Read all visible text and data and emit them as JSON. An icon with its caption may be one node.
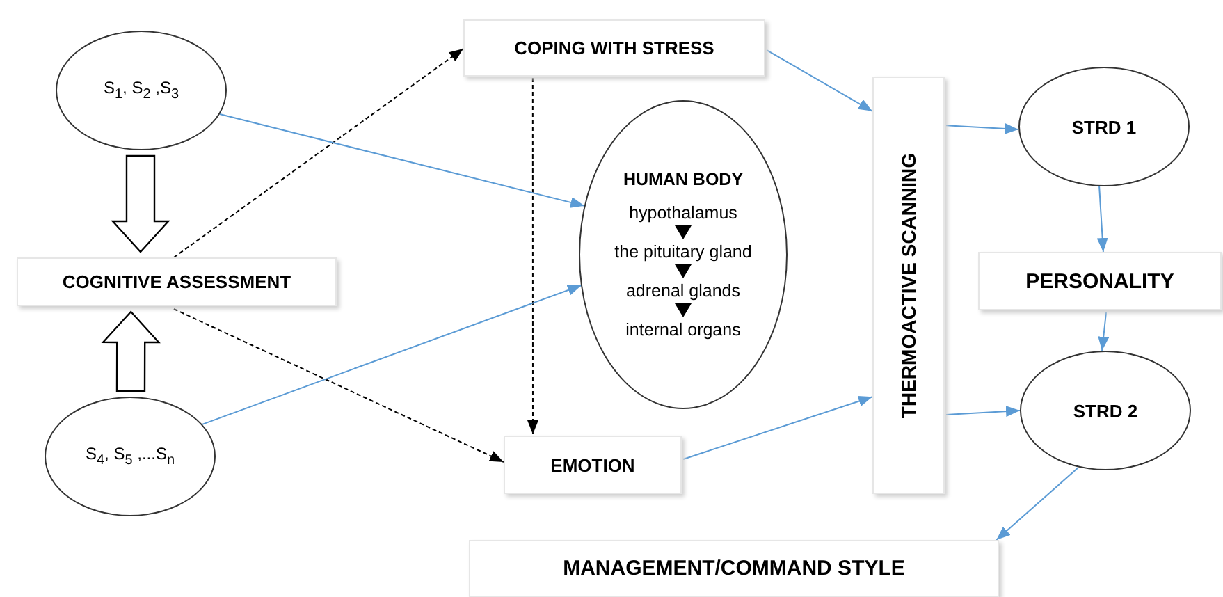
{
  "diagram": {
    "nodes": [
      {
        "text": [
          "S$_{1}$, S$_{2}$ ,S$_{3}$"
        ]
      },
      {
        "text": [
          "COGNITIVE ASSESSMENT"
        ]
      },
      {
        "text": [
          "S$_{4}$, S$_{5}$ ,...S$_{n}$"
        ]
      },
      {
        "text": [
          "COPING WITH STRESS"
        ]
      },
      {
        "text": [
          "HUMAN BODY",
          "hypothalamus",
          "the pituitary gland",
          "adrenal glands",
          "internal organs"
        ]
      },
      {
        "text": [
          "EMOTION"
        ]
      },
      {
        "text": [
          "THERMOACTIVE SCANNING"
        ]
      },
      {
        "text": [
          "STRD 1"
        ]
      },
      {
        "text": [
          "PERSONALITY"
        ]
      },
      {
        "text": [
          "STRD 2"
        ]
      },
      {
        "text": [
          "MANAGEMENT/COMMAND STYLE"
        ]
      }
    ],
    "edges": [
      {
        "from": 0,
        "to": 1,
        "arrow": "to",
        "style": "thick",
        "color": "#000000"
      },
      {
        "from": 2,
        "to": 1,
        "arrow": "to",
        "style": "thick",
        "color": "#000000"
      },
      {
        "from": 1,
        "to": 3,
        "arrow": "to",
        "style": "dashed",
        "color": "#000000"
      },
      {
        "from": 1,
        "to": 5,
        "arrow": "to",
        "style": "dashed",
        "color": "#000000"
      },
      {
        "from": 3,
        "to": 5,
        "arrow": "to",
        "style": "dashed",
        "color": "#000000"
      },
      {
        "from": 0,
        "to": 4,
        "arrow": "to"
      },
      {
        "from": 2,
        "to": 4,
        "arrow": "to"
      },
      {
        "from": 3,
        "to": 6,
        "arrow": "to"
      },
      {
        "from": 5,
        "to": 6,
        "arrow": "to"
      },
      {
        "from": 6,
        "to": 7,
        "arrow": "to"
      },
      {
        "from": 7,
        "to": 8,
        "arrow": "to"
      },
      {
        "from": 8,
        "to": 9,
        "arrow": "to"
      },
      {
        "from": 6,
        "to": 9,
        "arrow": "to"
      },
      {
        "from": 9,
        "to": 10,
        "arrow": "to"
      }
    ]
  }
}
